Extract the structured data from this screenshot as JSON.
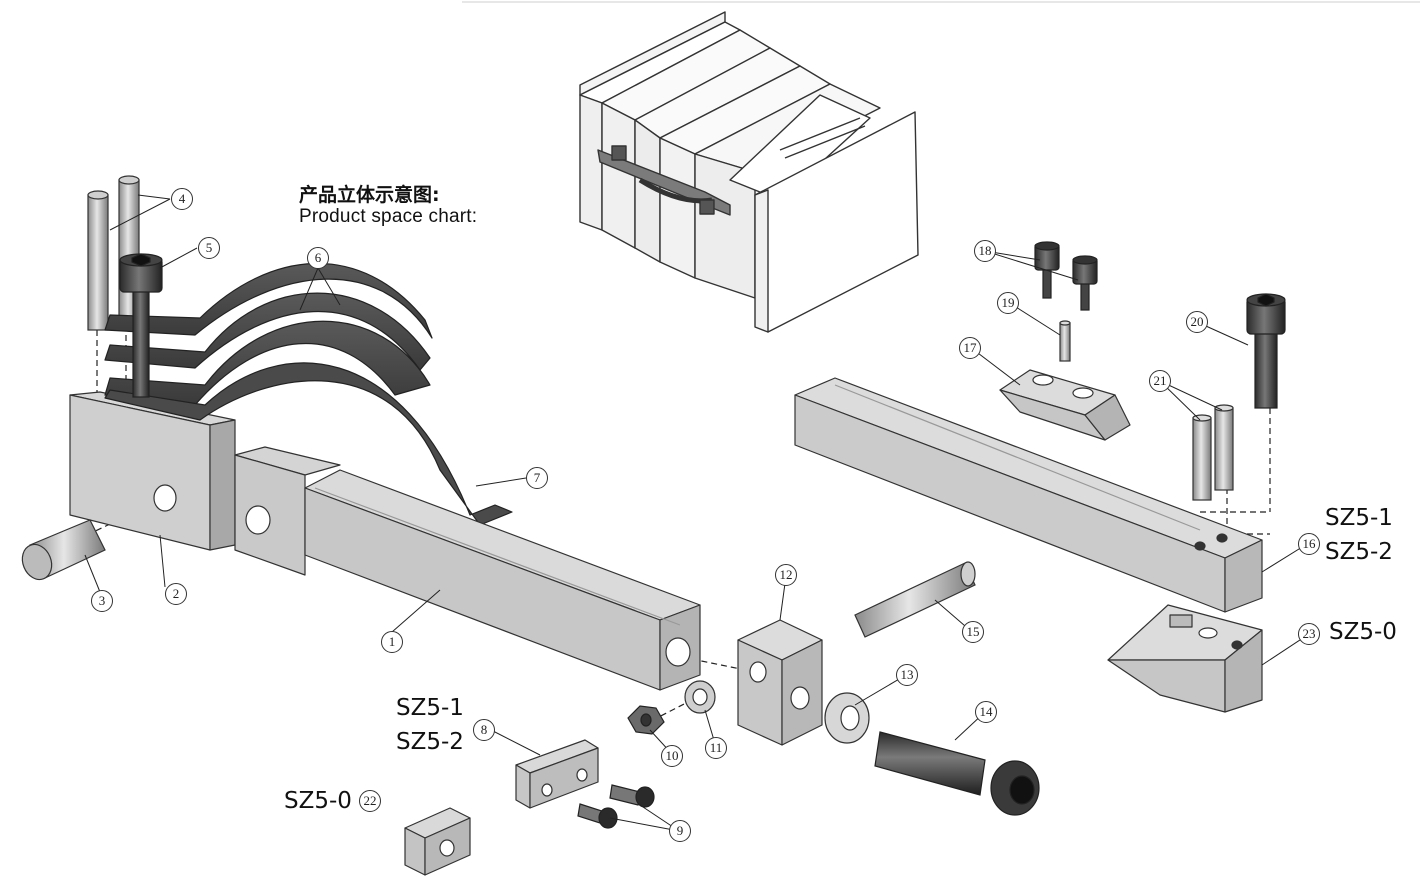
{
  "title": {
    "cn": "产品立体示意图:",
    "en": "Product space chart:"
  },
  "model_labels": {
    "left_block_line1": "SZ5-1",
    "left_block_line2": "SZ5-2",
    "left_small": "SZ5-0",
    "right_line1": "SZ5-1",
    "right_line2": "SZ5-2",
    "right_small": "SZ5-0"
  },
  "callouts": {
    "c1": "1",
    "c2": "2",
    "c3": "3",
    "c4": "4",
    "c5": "5",
    "c6": "6",
    "c7": "7",
    "c8": "8",
    "c9": "9",
    "c10": "10",
    "c11": "11",
    "c12": "12",
    "c13": "13",
    "c14": "14",
    "c15": "15",
    "c16": "16",
    "c17": "17",
    "c18": "18",
    "c19": "19",
    "c20": "20",
    "c21": "21",
    "c22": "22",
    "c23": "23"
  }
}
